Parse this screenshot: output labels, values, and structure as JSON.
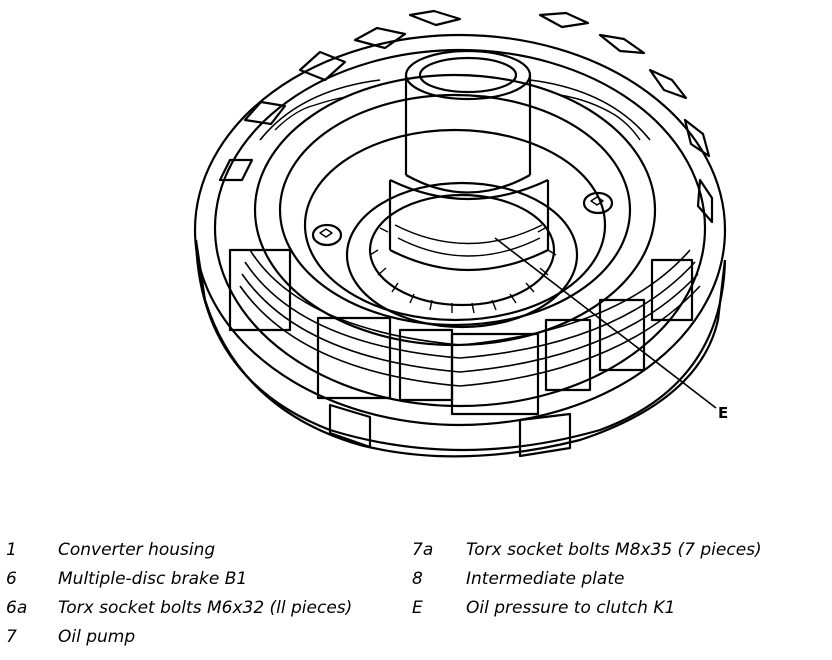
{
  "callout": {
    "letter": "E"
  },
  "legend": {
    "left": [
      {
        "num": "1",
        "text": "Converter housing"
      },
      {
        "num": "6",
        "text": "Multiple-disc brake B1"
      },
      {
        "num": "6a",
        "text": "Torx socket bolts M6x32 (ll pieces)"
      },
      {
        "num": "7",
        "text": "Oil pump"
      }
    ],
    "right": [
      {
        "num": "7a",
        "text": "Torx socket bolts M8x35 (7 pieces)"
      },
      {
        "num": "8",
        "text": "Intermediate plate"
      },
      {
        "num": "E",
        "text": "Oil pressure to clutch K1"
      }
    ]
  },
  "colors": {
    "ink": "#000000",
    "paper": "#ffffff"
  }
}
